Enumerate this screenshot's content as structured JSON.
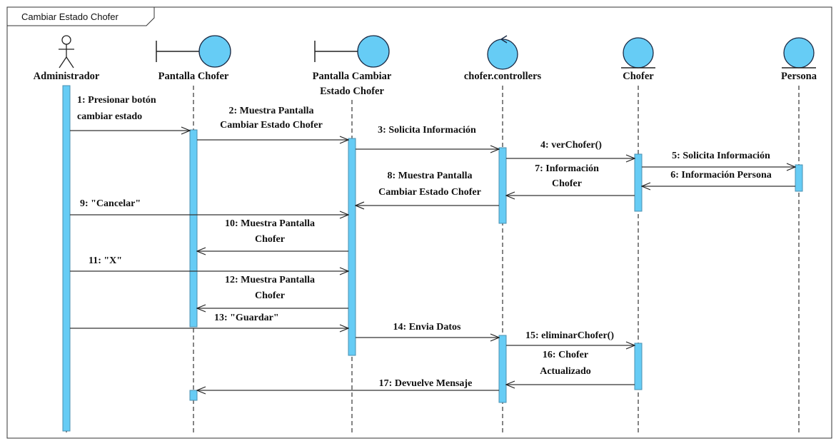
{
  "frame": {
    "title": "Cambiar Estado Chofer"
  },
  "colors": {
    "fill": "#66ccf5",
    "stroke": "#1a2a44",
    "line": "#555555"
  },
  "participants": [
    {
      "id": "admin",
      "kind": "actor",
      "label_lines": [
        "Administrador"
      ]
    },
    {
      "id": "pchofer",
      "kind": "boundary",
      "label_lines": [
        "Pantalla Chofer"
      ]
    },
    {
      "id": "pcambiar",
      "kind": "boundary",
      "label_lines": [
        "Pantalla Cambiar",
        "Estado Chofer"
      ]
    },
    {
      "id": "ctrl",
      "kind": "control",
      "label_lines": [
        "chofer.controllers"
      ]
    },
    {
      "id": "chofer",
      "kind": "entity",
      "label_lines": [
        "Chofer"
      ]
    },
    {
      "id": "persona",
      "kind": "entity",
      "label_lines": [
        "Persona"
      ]
    }
  ],
  "messages": [
    {
      "id": "m1",
      "from": "admin",
      "to": "pchofer",
      "text_lines": [
        "1: Presionar botón",
        "cambiar estado"
      ]
    },
    {
      "id": "m2",
      "from": "pchofer",
      "to": "pcambiar",
      "text_lines": [
        "2: Muestra Pantalla",
        "Cambiar Estado Chofer"
      ]
    },
    {
      "id": "m3",
      "from": "pcambiar",
      "to": "ctrl",
      "text_lines": [
        "3: Solicita Información"
      ]
    },
    {
      "id": "m4",
      "from": "ctrl",
      "to": "chofer",
      "text_lines": [
        "4: verChofer()"
      ]
    },
    {
      "id": "m5",
      "from": "chofer",
      "to": "persona",
      "text_lines": [
        "5: Solicita Información"
      ]
    },
    {
      "id": "m6",
      "from": "persona",
      "to": "chofer",
      "text_lines": [
        "6: Información Persona"
      ]
    },
    {
      "id": "m7",
      "from": "chofer",
      "to": "ctrl",
      "text_lines": [
        "7: Información",
        "Chofer"
      ]
    },
    {
      "id": "m8",
      "from": "ctrl",
      "to": "pcambiar",
      "text_lines": [
        "8: Muestra Pantalla",
        "Cambiar Estado Chofer"
      ]
    },
    {
      "id": "m9",
      "from": "admin",
      "to": "pcambiar",
      "text_lines": [
        "9: \"Cancelar\""
      ]
    },
    {
      "id": "m10",
      "from": "pcambiar",
      "to": "pchofer",
      "text_lines": [
        "10: Muestra Pantalla",
        "Chofer"
      ]
    },
    {
      "id": "m11",
      "from": "admin",
      "to": "pcambiar",
      "text_lines": [
        "11: \"X\""
      ]
    },
    {
      "id": "m12",
      "from": "pcambiar",
      "to": "pchofer",
      "text_lines": [
        "12: Muestra Pantalla",
        "Chofer"
      ]
    },
    {
      "id": "m13",
      "from": "admin",
      "to": "pcambiar",
      "text_lines": [
        "13: \"Guardar\""
      ]
    },
    {
      "id": "m14",
      "from": "pcambiar",
      "to": "ctrl",
      "text_lines": [
        "14: Envia Datos"
      ]
    },
    {
      "id": "m15",
      "from": "ctrl",
      "to": "chofer",
      "text_lines": [
        "15: eliminarChofer()"
      ]
    },
    {
      "id": "m16",
      "from": "chofer",
      "to": "ctrl",
      "text_lines": [
        "16: Chofer",
        "Actualizado"
      ]
    },
    {
      "id": "m17",
      "from": "ctrl",
      "to": "pchofer",
      "text_lines": [
        "17: Devuelve Mensaje"
      ]
    }
  ]
}
